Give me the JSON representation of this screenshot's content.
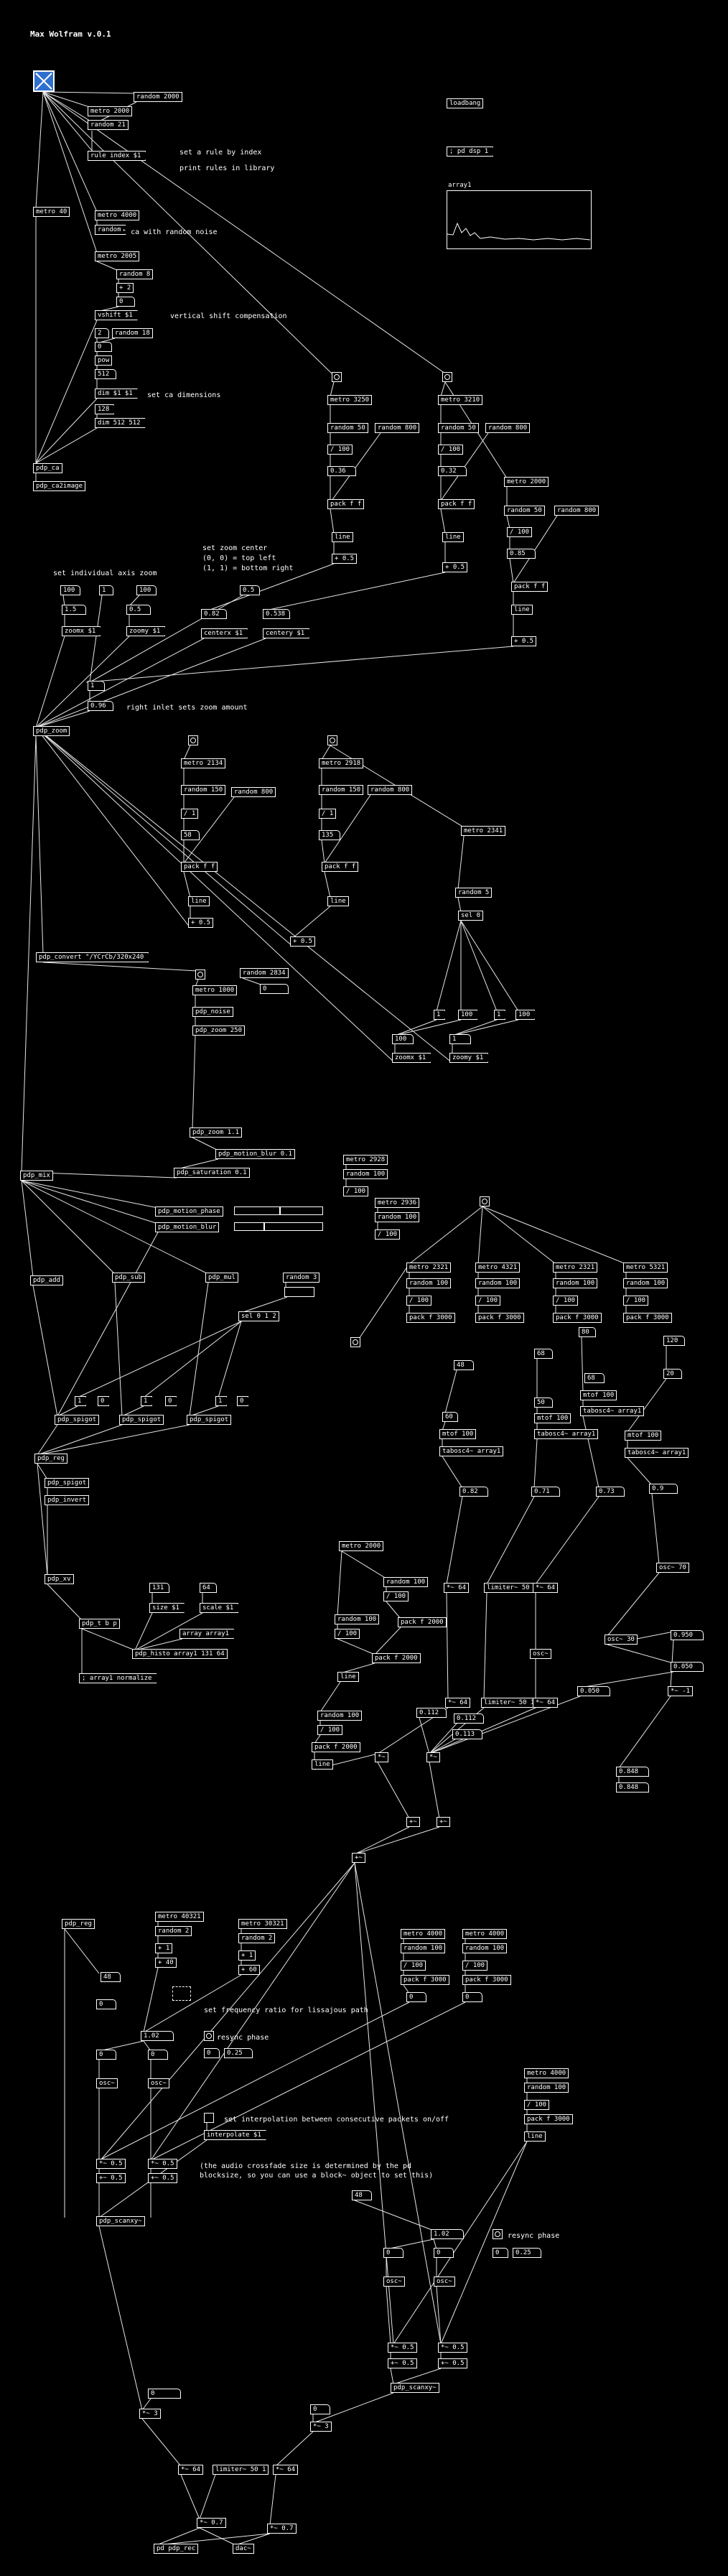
{
  "patch_title": "Max Wolfram v.0.1",
  "comments": {
    "set_rule": "set a rule by index",
    "print_rules": "print rules in library",
    "init_ca": "init ca with random noise",
    "vshift_comp": "vertical shift compensation",
    "set_dims": "set ca dimensions",
    "zoom_center_1": "set zoom center",
    "zoom_center_2": "(0, 0) = top left",
    "zoom_center_3": "(1, 1) = bottom right",
    "axis_zoom": "set individual axis zoom",
    "right_inlet": "right inlet sets zoom amount",
    "freq_ratio": "set frequency ratio for lissajous path",
    "resync_1": "resync phase",
    "interp_note": "set interpolation between consecutive packets on/off",
    "crossfade_1": "(the audio crossfade size is determined by the pd",
    "crossfade_2": "blocksize, so you can use a block~ object to set this)",
    "resync_2": "resync phase",
    "array_label": "array1"
  },
  "boxes": {
    "b_random2000": "random 2000",
    "b_metro2000a": "metro 2000",
    "b_random21": "random 21",
    "b_ruleindex": "rule index $1",
    "b_metro40": "metro 40",
    "b_metro4000": "metro 4000",
    "b_random_init": "random",
    "b_metro2005": "metro 2005",
    "b_random8": "random 8",
    "b_p2": "+ 2",
    "b_vshift": "vshift $1",
    "b_random18": "random 18",
    "b_pow": "pow",
    "b_512": "512",
    "b_dim": "dim $1 $1",
    "b_128": "128",
    "b_dim512": "dim 512 512",
    "b_pdpca": "pdp_ca",
    "b_pdpca2image": "pdp_ca2image",
    "b_loadbang": "loadbang",
    "b_dsp": "; pd dsp 1",
    "b_metro3250": "metro 3250",
    "b_random50a": "random 50",
    "b_random800a": "random 800",
    "b_div100a": "/ 100",
    "b_pack_a": "pack f f",
    "b_line_a": "line",
    "b_p05a": "+ 0.5",
    "b_metro3210": "metro 3210",
    "b_random50b": "random 50",
    "b_random800b": "random 800",
    "b_div100b": "/ 100",
    "b_pack_b": "pack f f",
    "b_line_b": "line",
    "b_p05b": "+ 0.5",
    "b_metro2000b": "metro 2000",
    "b_random50c": "random 50",
    "b_random800c": "random 800",
    "b_div100c": "/ 100",
    "b_pack_c": "pack f f",
    "b_line_c": "line",
    "b_p05c": "+ 0.5",
    "b_centerx": "centerx $1",
    "b_centery": "centery $1",
    "b_zoomx": "zoomx $1",
    "b_zoomy": "zoomy $1",
    "b_pdpzoom": "pdp_zoom",
    "b_metro2134": "metro 2134",
    "b_random150a": "random 150",
    "b_random800d": "random 800",
    "b_div1a": "/ 1",
    "b_pack_d": "pack f f",
    "b_line_d": "line",
    "b_p05d": "+ 0.5",
    "b_metro2918": "metro 2918",
    "b_random150b": "random 150",
    "b_random800e": "random 800",
    "b_div1b": "/ 1",
    "b_pack_e": "pack f f",
    "b_line_e": "line",
    "b_p05e": "+ 0.5",
    "b_metro2341": "metro 2341",
    "b_random5": "random 5",
    "b_sel0": "sel 0",
    "b_1": "1",
    "b_100a": "100",
    "b_100b": "100",
    "b_zoomx2": "zoomx $1",
    "b_zoomy2": "zoomy $1",
    "b_convert": "pdp_convert \"/YCrCb/320x240",
    "b_random2834": "random 2834",
    "b_metro1000": "metro 1000",
    "b_pdpnoise": "pdp_noise",
    "b_pdpzoom250": "pdp_zoom 250",
    "b_pdpzoom11": "pdp_zoom 1.1",
    "b_motionblur01": "pdp_motion_blur 0.1",
    "b_saturation": "pdp_saturation 0.1",
    "b_pdpmix": "pdp_mix",
    "b_motionphase": "pdp_motion_phase",
    "b_motionblur": "pdp_motion_blur",
    "b_pdpadd": "pdp_add",
    "b_pdpsub": "pdp_sub",
    "b_pdpmul": "pdp_mul",
    "b_metro2928": "metro 2928",
    "b_random100a": "random 100",
    "b_div100d": "/ 100",
    "b_metro2936": "metro 2936",
    "b_random100b": "random 100",
    "b_div100e": "/ 100",
    "b_random3": "random 3",
    "b_sel012": "sel 0 1 2",
    "b_pdpspigot1": "pdp_spigot",
    "b_pdpspigot2": "pdp_spigot",
    "b_pdpspigot3": "pdp_spigot",
    "b_pdpreg": "pdp_reg",
    "b_pdpinvert": "pdp_invert",
    "b_pdpxv": "pdp_xv",
    "b_pdpth": "pdp_t b p",
    "b_size": "size $1",
    "b_scale": "scale $1",
    "b_array1": "array array1",
    "b_histo": "pdp_histo array1 131 64",
    "b_normalize": "; array1 normalize",
    "b_metro2321a": "metro 2321",
    "b_random100c": "random 100",
    "b_div100f": "/ 100",
    "b_pack3000a": "pack f 3000",
    "b_metro4321": "metro 4321",
    "b_random100d": "random 100",
    "b_div100g": "/ 100",
    "b_pack3000b": "pack f 3000",
    "b_metro2321b": "metro 2321",
    "b_random100e": "random 100",
    "b_div100h": "/ 100",
    "b_pack3000c": "pack f 3000",
    "b_metro5321": "metro 5321",
    "b_random100f": "random 100",
    "b_div100i": "/ 100",
    "b_pack3000d": "pack f 3000",
    "b_mtof1": "mtof 100",
    "b_tabosc1": "tabosc4~ array1",
    "b_mtof2": "mtof 100",
    "b_tabosc2": "tabosc4~ array1",
    "b_mtof3": "mtof 100",
    "b_tabosc3": "tabosc4~ array1",
    "b_mtof4": "mtof 100",
    "b_tabosc4": "tabosc4~ array1",
    "b_limiter1": "limiter~ 50 1",
    "b_limiter2": "limiter~ 50 1",
    "b_osc70": "osc~ 70",
    "b_osc30": "osc~ 30",
    "b_metro2000c": "metro 2000",
    "b_random100g": "random 100",
    "b_div100j": "/ 100",
    "b_random100h": "random 100",
    "b_div100k": "/ 100",
    "b_pack2000a": "pack f 2000",
    "b_pack2000b": "pack f 2000",
    "b_line_f": "line",
    "b_random100i": "random 100",
    "b_div100l": "/ 100",
    "b_pack2000c": "pack f 2000",
    "b_line_g": "line",
    "b_pdpreg2": "pdp_reg",
    "b_metro4023": "metro 40321",
    "b_random2a": "random 2",
    "b_p1a": "+ 1",
    "b_p40": "+ 40",
    "b_metro3032": "metro 30321",
    "b_random2b": "random 2",
    "b_p1b": "+ 1",
    "b_p60": "+ 60",
    "b_metro4000b": "metro 4000",
    "b_random100j": "random 100",
    "b_div100m": "/ 100",
    "b_pack3000e": "pack f 3000",
    "b_metro4000c": "metro 4000",
    "b_random100k": "random 100",
    "b_div100n": "/ 100",
    "b_pack3000f": "pack f 3000",
    "b_interp": "interpolate $1",
    "b_pdpscanxy1": "pdp_scanxy~",
    "b_metro4000d": "metro 4000",
    "b_random100l": "random 100",
    "b_div100o": "/ 100",
    "b_pack3000g": "pack f 3000",
    "b_line_h": "line",
    "b_pdpscanxy2": "pdp_scanxy~",
    "b_limiter3": "limiter~ 50 1",
    "b_pdprec": "pd pdp_rec",
    "b_dac": "dac~"
  }
}
